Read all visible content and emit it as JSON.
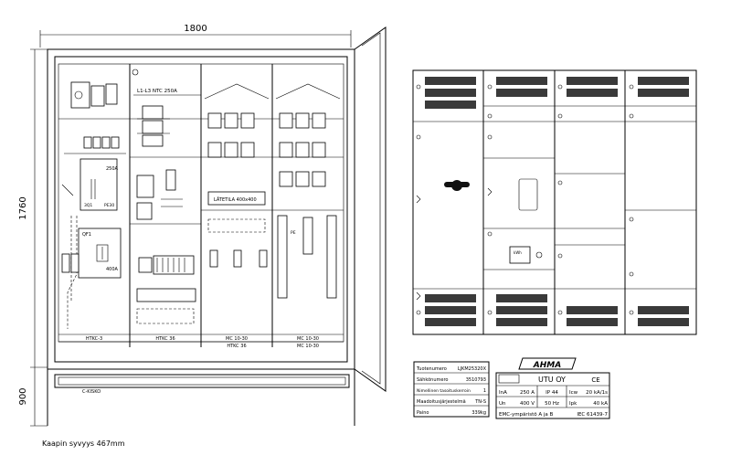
{
  "dimensions": {
    "width": "1800",
    "height_main": "1760",
    "height_base": "900"
  },
  "depth_note": "Kaapin syvyys 467mm",
  "panel_labels": {
    "busbar": "L1-L3 NTC 250A",
    "switch_rating": "250A",
    "switch_code_left": "3Q1",
    "switch_code_right": "PE30",
    "qf_label": "QF1",
    "qf_rating": "400A",
    "latetila": "LÄTETILA 400x400",
    "c_kisko": "C-KISKO",
    "pe_label": "PE"
  },
  "bottom_labels": [
    "HTKC-3",
    "HTKC 36",
    "MC 10-30",
    "MC 10-30"
  ],
  "bottom_labels2": [
    "HTKC 36",
    "MC 10-30"
  ],
  "nameplate": {
    "rows": [
      {
        "label": "Tuotenumero",
        "value": "LJKM25320X"
      },
      {
        "label": "Sähkönumero",
        "value": "3510793"
      },
      {
        "label": "Nimellinen tasoituskerroin",
        "value": "1"
      },
      {
        "label": "Maadoitusjärjestelmä",
        "value": "TN-S"
      },
      {
        "label": "Paino",
        "value": "339kg"
      }
    ]
  },
  "brand": {
    "logo_text": "AHMA",
    "company": "UTU OY",
    "mark": "CE",
    "specs": [
      [
        "InA",
        "250 A",
        "IP 44",
        "Icw",
        "20 kA/1s"
      ],
      [
        "Un",
        "400 V",
        "50 Hz",
        "Ipk",
        "40 kA"
      ]
    ],
    "emc": "EMC-ympäristö  A ja B",
    "standard": "IEC 61439-7"
  },
  "front": {
    "meter_label": "kWh"
  }
}
